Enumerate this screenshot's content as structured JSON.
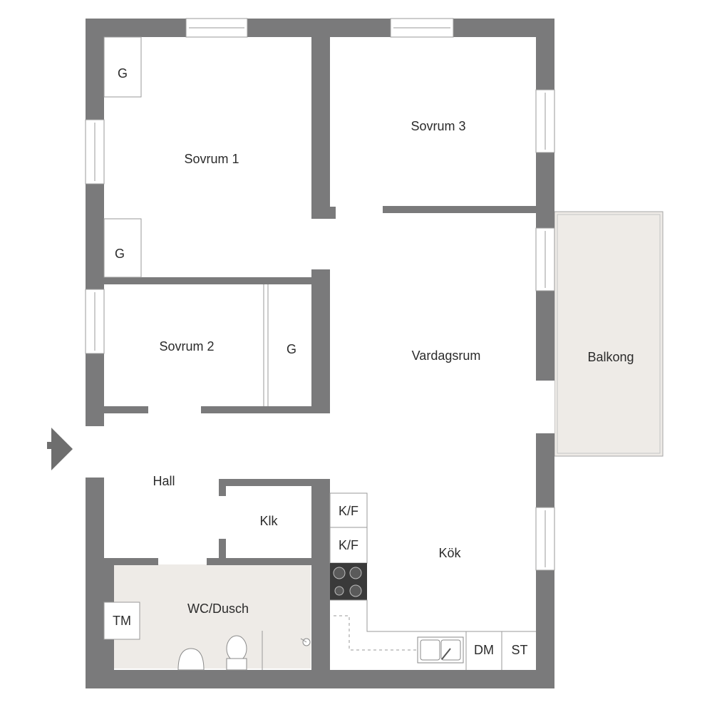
{
  "rooms": {
    "sovrum1": "Sovrum 1",
    "sovrum2": "Sovrum 2",
    "sovrum3": "Sovrum 3",
    "vardagsrum": "Vardagsrum",
    "balkong": "Balkong",
    "hall": "Hall",
    "klk": "Klk",
    "wc": "WC/Dusch",
    "kok": "Kök"
  },
  "closets": {
    "g1": "G",
    "g2": "G",
    "g3": "G"
  },
  "appliances": {
    "kf1": "K/F",
    "kf2": "K/F",
    "tm": "TM",
    "dm": "DM",
    "st": "ST"
  },
  "colors": {
    "wall": "#7a7a7b",
    "wet_room_floor": "#eeebe7",
    "balcony_floor": "#eeebe7",
    "stove": "#3a3a3a"
  }
}
